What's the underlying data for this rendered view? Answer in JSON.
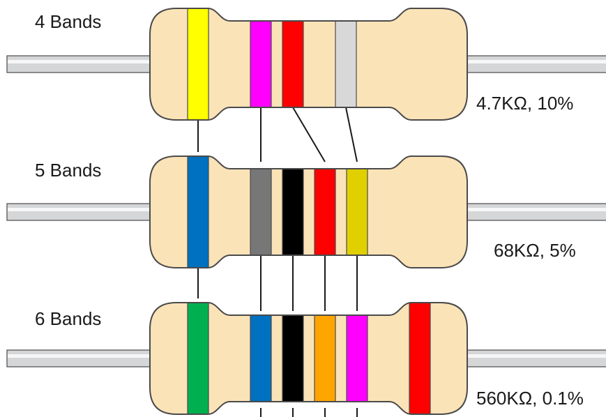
{
  "resistors": [
    {
      "label": "4 Bands",
      "value": "4.7KΩ, 10%",
      "bands": [
        "yellow",
        "violet",
        "red",
        "silver"
      ]
    },
    {
      "label": "5 Bands",
      "value": "68KΩ, 5%",
      "bands": [
        "blue",
        "gray",
        "black",
        "red",
        "gold"
      ]
    },
    {
      "label": "6 Bands",
      "value": "560KΩ, 0.1%",
      "bands": [
        "green",
        "blue",
        "black",
        "orange",
        "violet",
        "red"
      ]
    }
  ],
  "colors": {
    "body": "#fbe3b8",
    "body_outline": "#4a4a4a",
    "lead": "#d4d6d8",
    "lead_highlight": "#f7f7f7",
    "connector": "#1a1a1a",
    "yellow": "#ffff00",
    "violet": "#ff00ff",
    "red": "#ff0000",
    "silver": "#d8d8d8",
    "blue": "#0070c0",
    "gray": "#777777",
    "black": "#000000",
    "gold": "#e0d000",
    "green": "#00b050",
    "orange": "#ffa500"
  }
}
